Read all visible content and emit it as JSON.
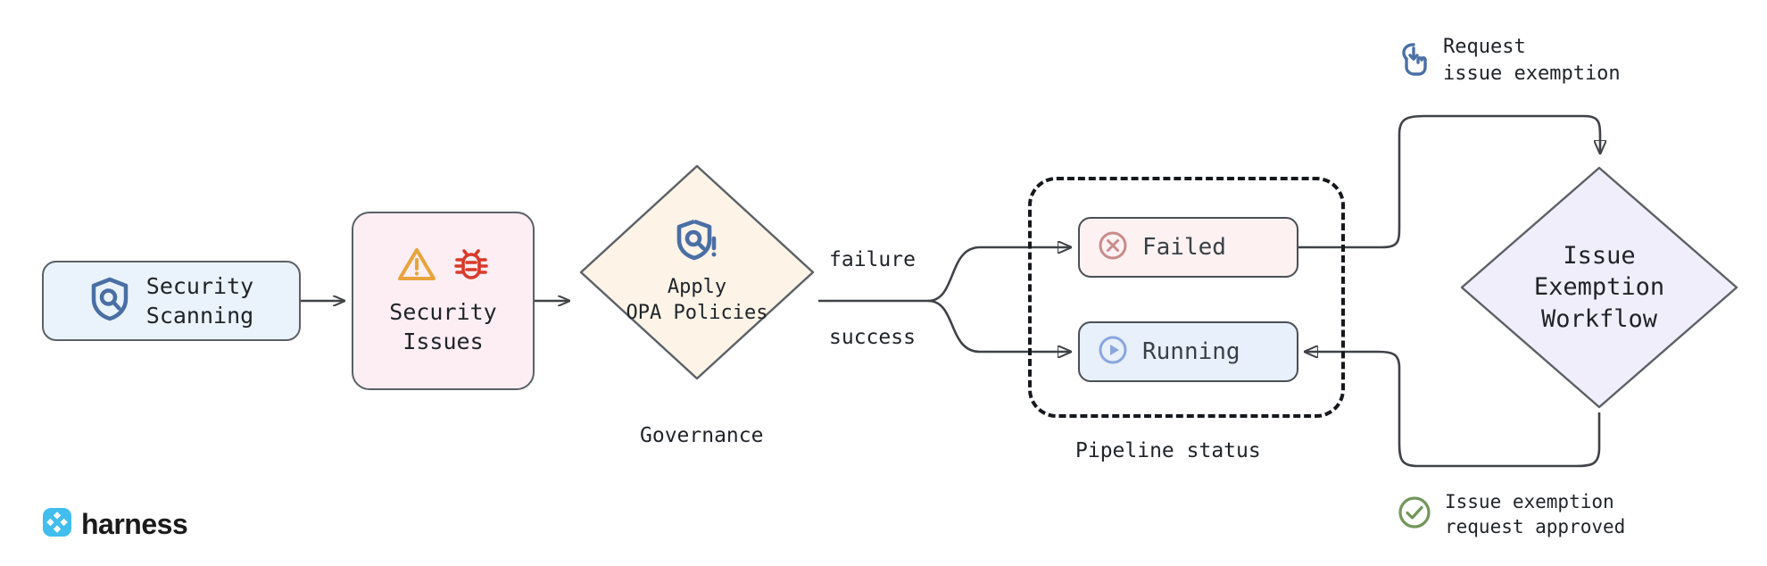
{
  "diagram": {
    "title": "Security scanning governance and issue exemption workflow",
    "background": "#ffffff"
  },
  "nodes": {
    "security_scanning": {
      "label": "Security\nScanning",
      "icon": "shield-search-icon",
      "fill": "#eaf3fb",
      "stroke": "#5b6066",
      "shape": "rounded-rect"
    },
    "security_issues": {
      "label": "Security\nIssues",
      "icons": [
        "warning-triangle-icon",
        "bug-icon"
      ],
      "fill": "#fdeef4",
      "stroke": "#5b6066",
      "shape": "rounded-rect"
    },
    "apply_opa_policies": {
      "label": "Apply\nOPA Policies",
      "icon": "shield-alert-icon",
      "caption": "Governance",
      "fill": "#fdf3e7",
      "stroke": "#5b6066",
      "shape": "diamond"
    },
    "issue_exemption_workflow": {
      "label": "Issue\nExemption\nWorkflow",
      "fill": "#f0eefb",
      "stroke": "#5b6066",
      "shape": "diamond"
    }
  },
  "groups": {
    "pipeline_status": {
      "caption": "Pipeline status",
      "style": "dashed",
      "stroke": "#15181c",
      "members": [
        "failed",
        "running"
      ]
    }
  },
  "status_chips": {
    "failed": {
      "label": "Failed",
      "icon": "x-circle-icon",
      "icon_color": "#c98b8b",
      "fill": "#fdf1f2",
      "stroke": "#4b4f54"
    },
    "running": {
      "label": "Running",
      "icon": "play-circle-icon",
      "icon_color": "#8aa6e0",
      "fill": "#e7f0fb",
      "stroke": "#4b4f54"
    }
  },
  "edge_labels": {
    "failure": "failure",
    "success": "success"
  },
  "annotations": {
    "request": {
      "label": "Request\nissue exemption",
      "icon": "click-hand-icon",
      "icon_color": "#4a6fa5"
    },
    "approved": {
      "label": "Issue exemption\nrequest approved",
      "icon": "check-circle-icon",
      "icon_color": "#73965a"
    }
  },
  "branding": {
    "logo_name": "harness-logo",
    "wordmark": "harness",
    "logo_color": "#41bdee"
  },
  "colors": {
    "accent_blue": "#4a6fa5",
    "warning_orange": "#e8a33d",
    "bug_red": "#d93a2b",
    "edge_stroke": "#3f4247"
  }
}
